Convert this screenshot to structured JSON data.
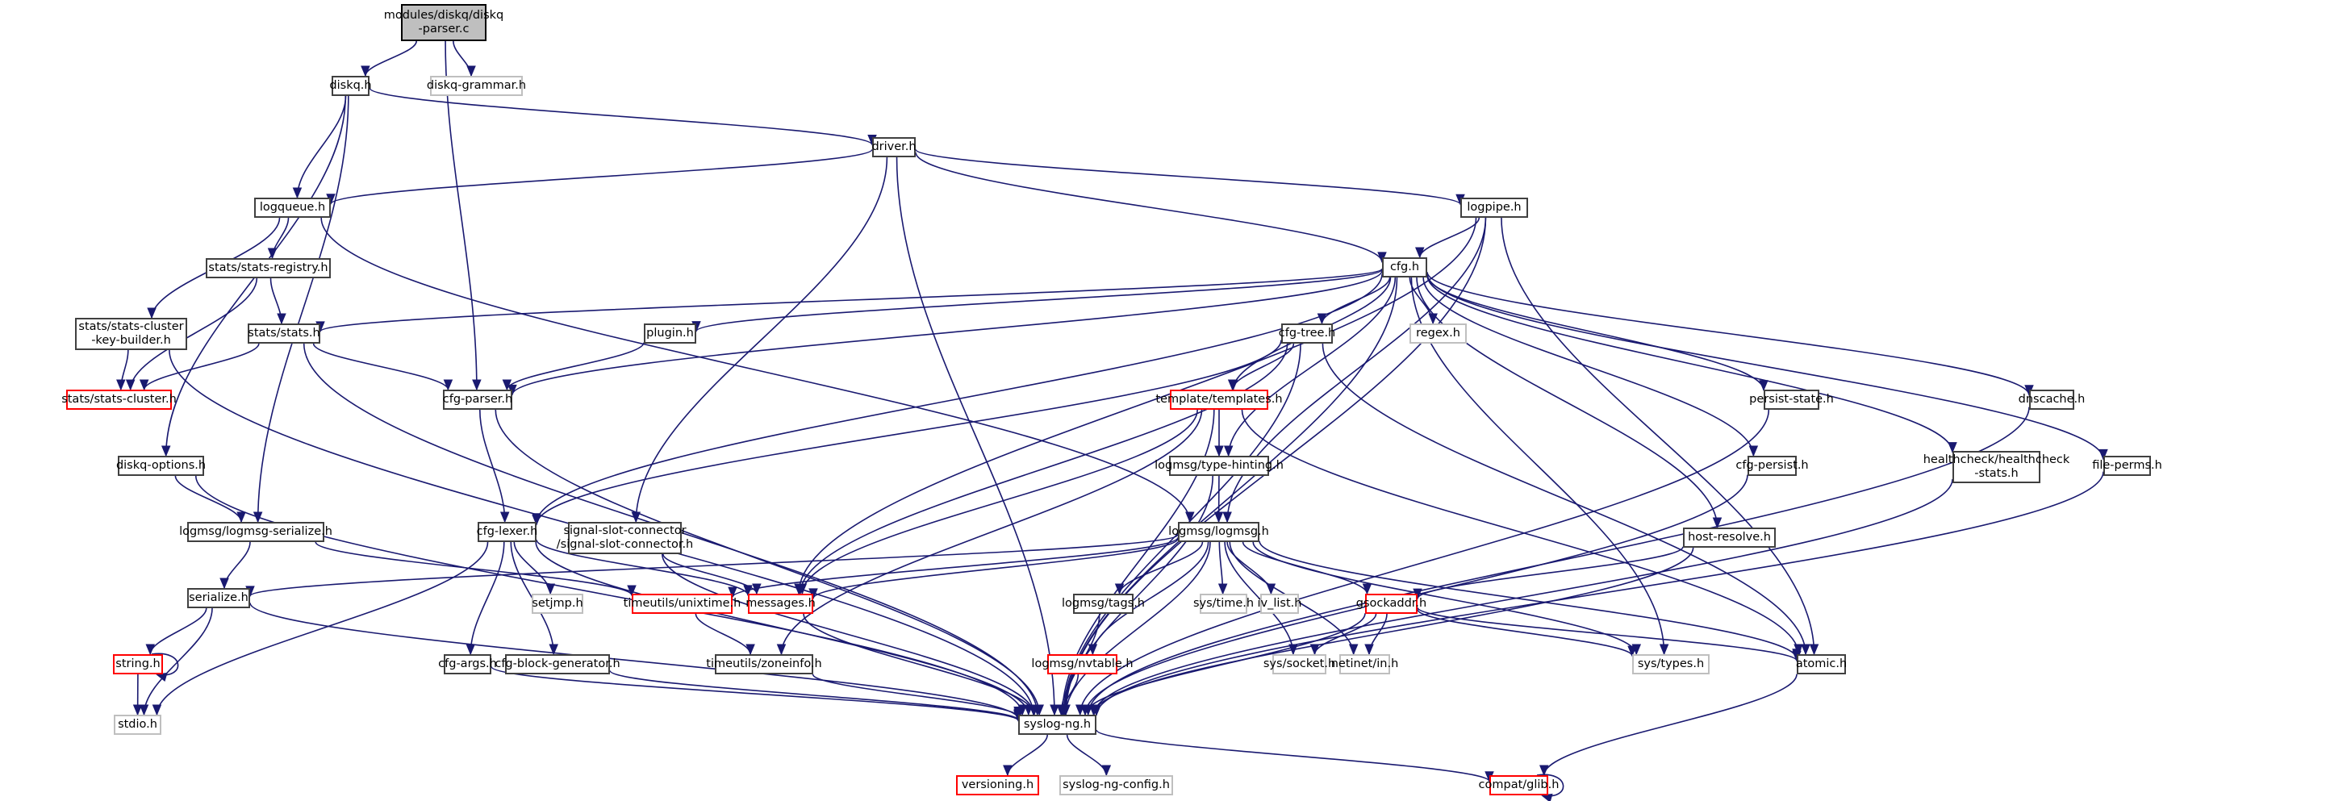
{
  "graph": {
    "title": "modules/diskq/diskq-parser.c include dependency graph",
    "colors": {
      "edge": "#191970",
      "root_fill": "#bfbfbf",
      "truncated_border": "#ff0000",
      "missing_border": "#bfbfbf",
      "normal_border": "#404040"
    },
    "nodes": [
      {
        "id": "root",
        "label": "modules/diskq/diskq\n-parser.c",
        "kind": "root"
      },
      {
        "id": "diskq_h",
        "label": "diskq.h",
        "kind": "normal"
      },
      {
        "id": "diskq_grammar_h",
        "label": "diskq-grammar.h",
        "kind": "missing"
      },
      {
        "id": "driver_h",
        "label": "driver.h",
        "kind": "normal"
      },
      {
        "id": "logqueue_h",
        "label": "logqueue.h",
        "kind": "normal"
      },
      {
        "id": "logpipe_h",
        "label": "logpipe.h",
        "kind": "normal"
      },
      {
        "id": "stats_registry_h",
        "label": "stats/stats-registry.h",
        "kind": "normal"
      },
      {
        "id": "cfg_h",
        "label": "cfg.h",
        "kind": "normal"
      },
      {
        "id": "stats_cluster_key_builder_h",
        "label": "stats/stats-cluster\n-key-builder.h",
        "kind": "normal"
      },
      {
        "id": "stats_h",
        "label": "stats/stats.h",
        "kind": "normal"
      },
      {
        "id": "plugin_h",
        "label": "plugin.h",
        "kind": "normal"
      },
      {
        "id": "cfg_tree_h",
        "label": "cfg-tree.h",
        "kind": "normal"
      },
      {
        "id": "regex_h",
        "label": "regex.h",
        "kind": "missing"
      },
      {
        "id": "stats_cluster_h",
        "label": "stats/stats-cluster.h",
        "kind": "truncated"
      },
      {
        "id": "cfg_parser_h",
        "label": "cfg-parser.h",
        "kind": "normal"
      },
      {
        "id": "template_templates_h",
        "label": "template/templates.h",
        "kind": "truncated"
      },
      {
        "id": "persist_state_h",
        "label": "persist-state.h",
        "kind": "normal"
      },
      {
        "id": "dnscache_h",
        "label": "dnscache.h",
        "kind": "normal"
      },
      {
        "id": "diskq_options_h",
        "label": "diskq-options.h",
        "kind": "normal"
      },
      {
        "id": "logmsg_type_hinting_h",
        "label": "logmsg/type-hinting.h",
        "kind": "normal"
      },
      {
        "id": "cfg_persist_h",
        "label": "cfg-persist.h",
        "kind": "normal"
      },
      {
        "id": "healthcheck_stats_h",
        "label": "healthcheck/healthcheck\n-stats.h",
        "kind": "normal"
      },
      {
        "id": "file_perms_h",
        "label": "file-perms.h",
        "kind": "normal"
      },
      {
        "id": "logmsg_serialize_h",
        "label": "logmsg/logmsg-serialize.h",
        "kind": "normal"
      },
      {
        "id": "cfg_lexer_h",
        "label": "cfg-lexer.h",
        "kind": "normal"
      },
      {
        "id": "signal_slot_connector_h",
        "label": "signal-slot-connector\n/signal-slot-connector.h",
        "kind": "normal"
      },
      {
        "id": "logmsg_logmsg_h",
        "label": "logmsg/logmsg.h",
        "kind": "normal"
      },
      {
        "id": "host_resolve_h",
        "label": "host-resolve.h",
        "kind": "normal"
      },
      {
        "id": "serialize_h",
        "label": "serialize.h",
        "kind": "normal"
      },
      {
        "id": "setjmp_h",
        "label": "setjmp.h",
        "kind": "missing"
      },
      {
        "id": "timeutils_unixtime_h",
        "label": "timeutils/unixtime.h",
        "kind": "truncated"
      },
      {
        "id": "messages_h",
        "label": "messages.h",
        "kind": "truncated"
      },
      {
        "id": "logmsg_tags_h",
        "label": "logmsg/tags.h",
        "kind": "normal"
      },
      {
        "id": "sys_time_h",
        "label": "sys/time.h",
        "kind": "missing"
      },
      {
        "id": "iv_list_h",
        "label": "iv_list.h",
        "kind": "missing"
      },
      {
        "id": "gsockaddr_h",
        "label": "gsockaddr.h",
        "kind": "truncated"
      },
      {
        "id": "string_h",
        "label": "string.h",
        "kind": "truncated"
      },
      {
        "id": "logmsg_nvtable_h",
        "label": "logmsg/nvtable.h",
        "kind": "truncated"
      },
      {
        "id": "sys_socket_h",
        "label": "sys/socket.h",
        "kind": "missing"
      },
      {
        "id": "netinet_in_h",
        "label": "netinet/in.h",
        "kind": "missing"
      },
      {
        "id": "sys_types_h",
        "label": "sys/types.h",
        "kind": "missing"
      },
      {
        "id": "atomic_h",
        "label": "atomic.h",
        "kind": "normal"
      },
      {
        "id": "cfg_args_h",
        "label": "cfg-args.h",
        "kind": "normal"
      },
      {
        "id": "cfg_block_generator_h",
        "label": "cfg-block-generator.h",
        "kind": "normal"
      },
      {
        "id": "timeutils_zoneinfo_h",
        "label": "timeutils/zoneinfo.h",
        "kind": "normal"
      },
      {
        "id": "stdio_h",
        "label": "stdio.h",
        "kind": "missing"
      },
      {
        "id": "syslog_ng_h",
        "label": "syslog-ng.h",
        "kind": "normal"
      },
      {
        "id": "versioning_h",
        "label": "versioning.h",
        "kind": "truncated"
      },
      {
        "id": "syslog_ng_config_h",
        "label": "syslog-ng-config.h",
        "kind": "missing"
      },
      {
        "id": "compat_glib_h",
        "label": "compat/glib.h",
        "kind": "truncated"
      }
    ],
    "edges": [
      [
        "root",
        "diskq_h"
      ],
      [
        "root",
        "diskq_grammar_h"
      ],
      [
        "root",
        "cfg_parser_h"
      ],
      [
        "diskq_h",
        "driver_h"
      ],
      [
        "diskq_h",
        "logqueue_h"
      ],
      [
        "diskq_h",
        "diskq_options_h"
      ],
      [
        "diskq_h",
        "logmsg_serialize_h"
      ],
      [
        "driver_h",
        "logqueue_h"
      ],
      [
        "driver_h",
        "logpipe_h"
      ],
      [
        "driver_h",
        "cfg_h"
      ],
      [
        "driver_h",
        "signal_slot_connector_h"
      ],
      [
        "driver_h",
        "syslog_ng_h"
      ],
      [
        "logqueue_h",
        "stats_registry_h"
      ],
      [
        "logqueue_h",
        "stats_cluster_key_builder_h"
      ],
      [
        "logqueue_h",
        "logmsg_logmsg_h"
      ],
      [
        "logpipe_h",
        "cfg_h"
      ],
      [
        "logpipe_h",
        "logmsg_logmsg_h"
      ],
      [
        "logpipe_h",
        "messages_h"
      ],
      [
        "logpipe_h",
        "atomic_h"
      ],
      [
        "logpipe_h",
        "syslog_ng_h"
      ],
      [
        "stats_registry_h",
        "stats_h"
      ],
      [
        "stats_registry_h",
        "stats_cluster_h"
      ],
      [
        "stats_cluster_key_builder_h",
        "stats_cluster_h"
      ],
      [
        "stats_cluster_key_builder_h",
        "syslog_ng_h"
      ],
      [
        "stats_h",
        "stats_cluster_h"
      ],
      [
        "stats_h",
        "cfg_parser_h"
      ],
      [
        "stats_h",
        "syslog_ng_h"
      ],
      [
        "cfg_h",
        "stats_h"
      ],
      [
        "cfg_h",
        "plugin_h"
      ],
      [
        "cfg_h",
        "cfg_parser_h"
      ],
      [
        "cfg_h",
        "cfg_tree_h"
      ],
      [
        "cfg_h",
        "regex_h"
      ],
      [
        "cfg_h",
        "template_templates_h"
      ],
      [
        "cfg_h",
        "logmsg_type_hinting_h"
      ],
      [
        "cfg_h",
        "persist_state_h"
      ],
      [
        "cfg_h",
        "dnscache_h"
      ],
      [
        "cfg_h",
        "cfg_persist_h"
      ],
      [
        "cfg_h",
        "healthcheck_stats_h"
      ],
      [
        "cfg_h",
        "file_perms_h"
      ],
      [
        "cfg_h",
        "host_resolve_h"
      ],
      [
        "cfg_h",
        "cfg_lexer_h"
      ],
      [
        "cfg_h",
        "sys_types_h"
      ],
      [
        "cfg_h",
        "syslog_ng_h"
      ],
      [
        "plugin_h",
        "cfg_parser_h"
      ],
      [
        "cfg_tree_h",
        "template_templates_h"
      ],
      [
        "cfg_tree_h",
        "cfg_lexer_h"
      ],
      [
        "cfg_tree_h",
        "messages_h"
      ],
      [
        "cfg_tree_h",
        "atomic_h"
      ],
      [
        "cfg_tree_h",
        "syslog_ng_h"
      ],
      [
        "cfg_parser_h",
        "cfg_lexer_h"
      ],
      [
        "cfg_parser_h",
        "syslog_ng_h"
      ],
      [
        "template_templates_h",
        "logmsg_type_hinting_h"
      ],
      [
        "template_templates_h",
        "messages_h"
      ],
      [
        "template_templates_h",
        "timeutils_zoneinfo_h"
      ],
      [
        "template_templates_h",
        "atomic_h"
      ],
      [
        "template_templates_h",
        "syslog_ng_h"
      ],
      [
        "persist_state_h",
        "syslog_ng_h"
      ],
      [
        "dnscache_h",
        "syslog_ng_h"
      ],
      [
        "cfg_persist_h",
        "syslog_ng_h"
      ],
      [
        "healthcheck_stats_h",
        "syslog_ng_h"
      ],
      [
        "file_perms_h",
        "syslog_ng_h"
      ],
      [
        "diskq_options_h",
        "logmsg_serialize_h"
      ],
      [
        "diskq_options_h",
        "syslog_ng_h"
      ],
      [
        "logmsg_type_hinting_h",
        "logmsg_logmsg_h"
      ],
      [
        "logmsg_type_hinting_h",
        "syslog_ng_h"
      ],
      [
        "logmsg_serialize_h",
        "serialize_h"
      ],
      [
        "logmsg_serialize_h",
        "timeutils_unixtime_h"
      ],
      [
        "cfg_lexer_h",
        "cfg_args_h"
      ],
      [
        "cfg_lexer_h",
        "cfg_block_generator_h"
      ],
      [
        "cfg_lexer_h",
        "setjmp_h"
      ],
      [
        "cfg_lexer_h",
        "messages_h"
      ],
      [
        "cfg_lexer_h",
        "stdio_h"
      ],
      [
        "cfg_lexer_h",
        "syslog_ng_h"
      ],
      [
        "signal_slot_connector_h",
        "messages_h"
      ],
      [
        "signal_slot_connector_h",
        "syslog_ng_h"
      ],
      [
        "logmsg_logmsg_h",
        "serialize_h"
      ],
      [
        "logmsg_logmsg_h",
        "timeutils_unixtime_h"
      ],
      [
        "logmsg_logmsg_h",
        "messages_h"
      ],
      [
        "logmsg_logmsg_h",
        "logmsg_tags_h"
      ],
      [
        "logmsg_logmsg_h",
        "logmsg_nvtable_h"
      ],
      [
        "logmsg_logmsg_h",
        "sys_time_h"
      ],
      [
        "logmsg_logmsg_h",
        "iv_list_h"
      ],
      [
        "logmsg_logmsg_h",
        "gsockaddr_h"
      ],
      [
        "logmsg_logmsg_h",
        "sys_socket_h"
      ],
      [
        "logmsg_logmsg_h",
        "netinet_in_h"
      ],
      [
        "logmsg_logmsg_h",
        "sys_types_h"
      ],
      [
        "logmsg_logmsg_h",
        "atomic_h"
      ],
      [
        "logmsg_logmsg_h",
        "syslog_ng_h"
      ],
      [
        "host_resolve_h",
        "gsockaddr_h"
      ],
      [
        "host_resolve_h",
        "syslog_ng_h"
      ],
      [
        "serialize_h",
        "string_h"
      ],
      [
        "serialize_h",
        "stdio_h"
      ],
      [
        "serialize_h",
        "syslog_ng_h"
      ],
      [
        "string_h",
        "string_h"
      ],
      [
        "string_h",
        "stdio_h"
      ],
      [
        "timeutils_unixtime_h",
        "timeutils_zoneinfo_h"
      ],
      [
        "messages_h",
        "syslog_ng_h"
      ],
      [
        "logmsg_tags_h",
        "syslog_ng_h"
      ],
      [
        "logmsg_nvtable_h",
        "syslog_ng_h"
      ],
      [
        "gsockaddr_h",
        "sys_socket_h"
      ],
      [
        "gsockaddr_h",
        "netinet_in_h"
      ],
      [
        "gsockaddr_h",
        "sys_types_h"
      ],
      [
        "gsockaddr_h",
        "atomic_h"
      ],
      [
        "gsockaddr_h",
        "syslog_ng_h"
      ],
      [
        "atomic_h",
        "compat_glib_h"
      ],
      [
        "cfg_args_h",
        "syslog_ng_h"
      ],
      [
        "cfg_block_generator_h",
        "syslog_ng_h"
      ],
      [
        "timeutils_zoneinfo_h",
        "syslog_ng_h"
      ],
      [
        "syslog_ng_h",
        "versioning_h"
      ],
      [
        "syslog_ng_h",
        "syslog_ng_config_h"
      ],
      [
        "syslog_ng_h",
        "compat_glib_h"
      ],
      [
        "compat_glib_h",
        "compat_glib_h"
      ]
    ]
  }
}
